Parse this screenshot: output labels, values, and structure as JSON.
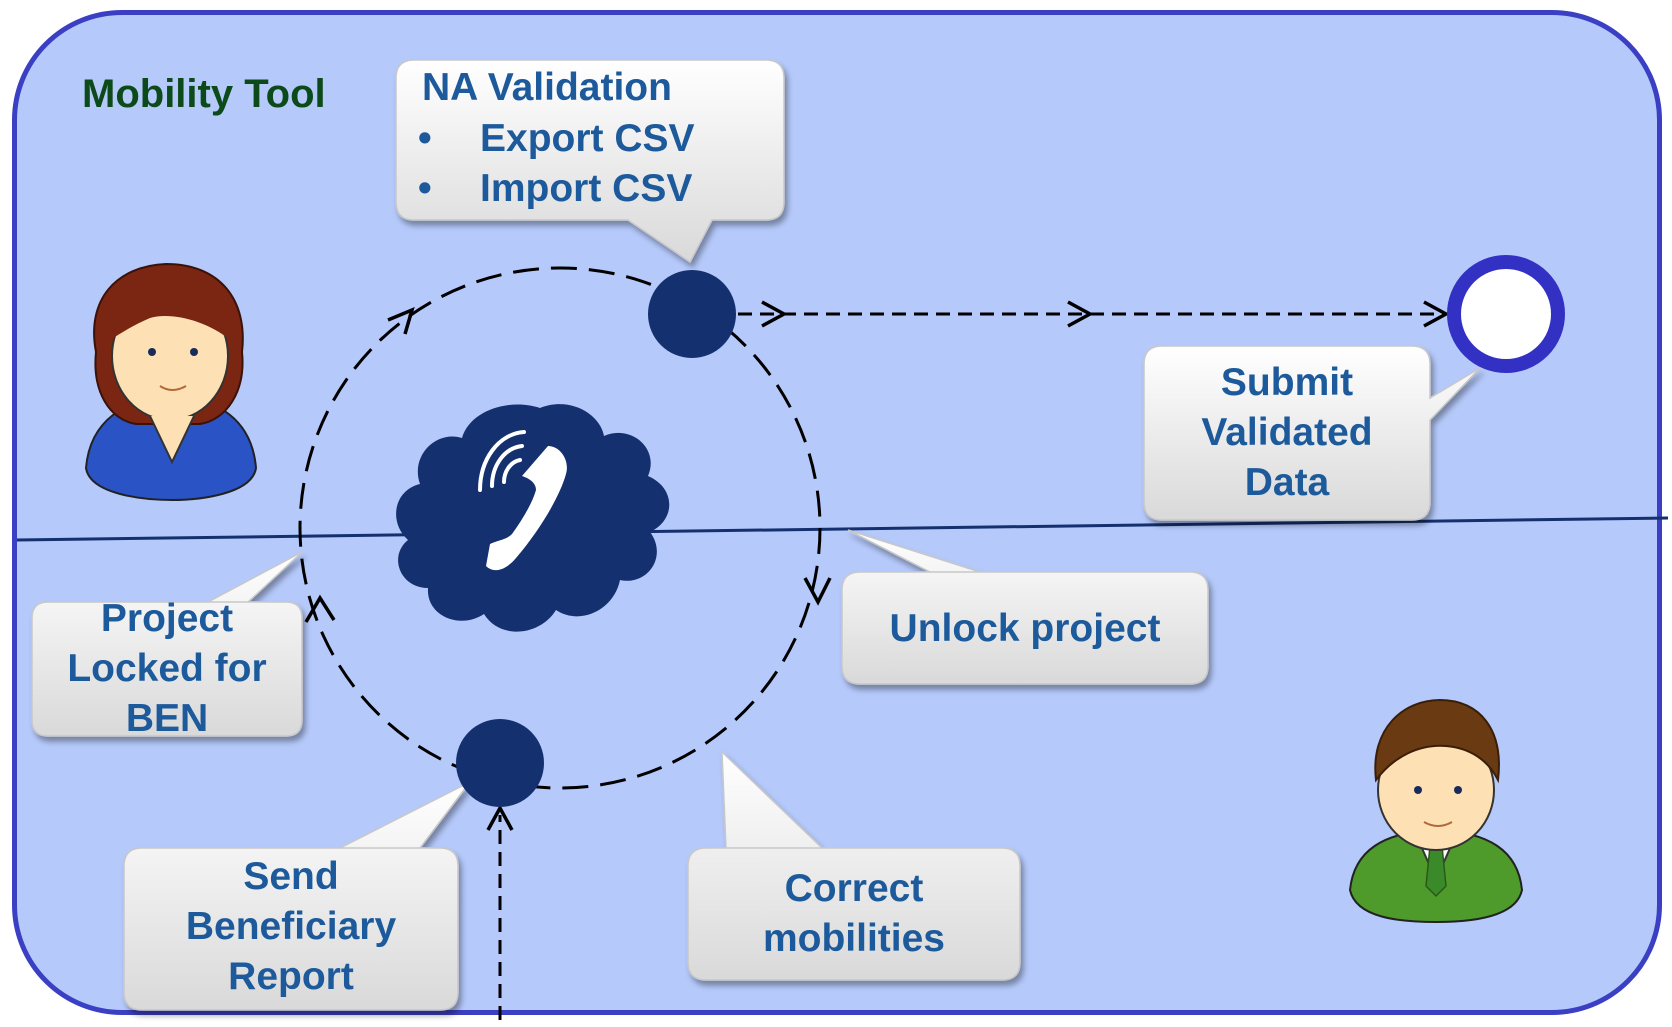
{
  "diagram": {
    "title": "Mobility Tool",
    "na_validation": {
      "heading": "NA Validation",
      "items": [
        "Export CSV",
        "Import CSV"
      ]
    },
    "submit_label_lines": [
      "Submit",
      "Validated",
      "Data"
    ],
    "unlock_label": "Unlock project",
    "locked_label_lines": [
      "Project",
      "Locked for",
      "BEN"
    ],
    "send_label_lines": [
      "Send",
      "Beneficiary",
      "Report"
    ],
    "correct_label_lines": [
      "Correct",
      "mobilities"
    ],
    "colors": {
      "background": "#b5c9fb",
      "frame_border": "#3b3fc4",
      "node": "#14306e",
      "label_text": "#1d5a9c",
      "title_text": "#0d4a1a"
    },
    "icons": {
      "phone": "phone-cloud-icon",
      "na_user": "woman-avatar-icon",
      "beneficiary_user": "man-avatar-icon"
    }
  }
}
